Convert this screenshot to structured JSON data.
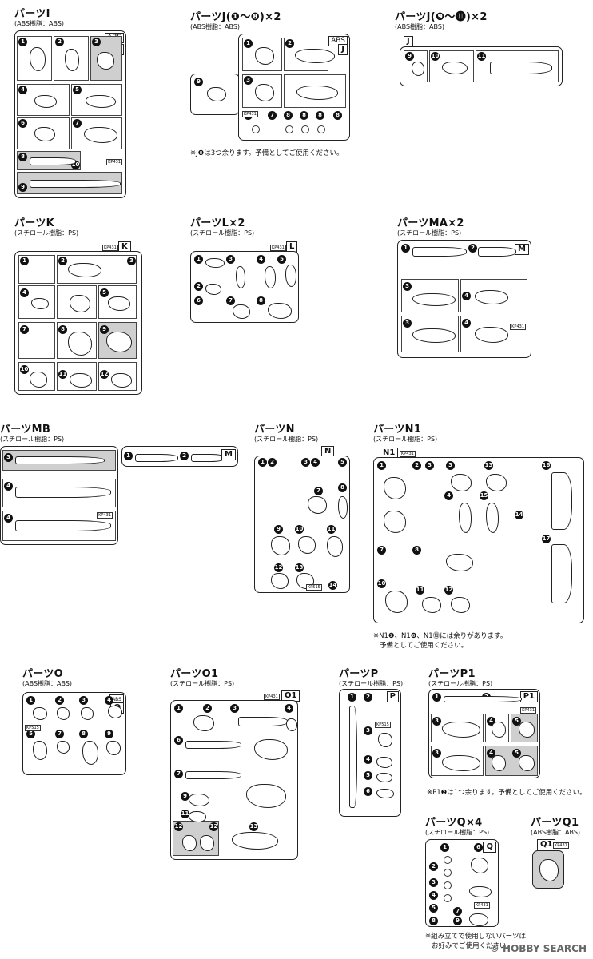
{
  "blocks": {
    "I": {
      "title": "パーツI",
      "sub": "(ABS樹脂：ABS)",
      "tag": "ABS",
      "letter": "I",
      "kp": "KP431"
    },
    "J1": {
      "title": "パーツJ(❶〜❽)×2",
      "sub": "(ABS樹脂：ABS)",
      "tag": "ABS",
      "letter": "J",
      "kp": "KP431",
      "note": "※J❽は3つ余ります。予備としてご使用ください。"
    },
    "J2": {
      "title": "パーツJ(❾〜⓫)×2",
      "sub": "(ABS樹脂：ABS)",
      "letter": "J"
    },
    "K": {
      "title": "パーツK",
      "sub": "(スチロール樹脂：PS)",
      "letter": "K",
      "kp": "KP431"
    },
    "L": {
      "title": "パーツL×2",
      "sub": "(スチロール樹脂：PS)",
      "letter": "L",
      "kp": "KP431"
    },
    "MA": {
      "title": "パーツMA×2",
      "sub": "(スチロール樹脂：PS)",
      "letter": "M",
      "kp": "KP431"
    },
    "MB": {
      "title": "パーツMB",
      "sub": "(スチロール樹脂：PS)",
      "letter": "M",
      "kp": "KP431"
    },
    "N": {
      "title": "パーツN",
      "sub": "(スチロール樹脂：PS)",
      "letter": "N",
      "kp": "KP515"
    },
    "N1": {
      "title": "パーツN1",
      "sub": "(スチロール樹脂：PS)",
      "letter": "N1",
      "kp": "KP431",
      "note1": "※N1❷、N1❽、N1⓾には余りがあります。",
      "note2": "予備としてご使用ください。"
    },
    "O": {
      "title": "パーツO",
      "sub": "(ABS樹脂：ABS)",
      "tag": "ABS",
      "letter": "O",
      "kp": "KP515"
    },
    "O1": {
      "title": "パーツO1",
      "sub": "(スチロール樹脂：PS)",
      "letter": "O1",
      "kp": "KP431"
    },
    "P": {
      "title": "パーツP",
      "sub": "(スチロール樹脂：PS)",
      "letter": "P",
      "kp": "KP515"
    },
    "P1": {
      "title": "パーツP1",
      "sub": "(スチロール樹脂：PS)",
      "letter": "P1",
      "kp": "KP431",
      "note": "※P1❷は1つ余ります。予備としてご使用ください。"
    },
    "Q": {
      "title": "パーツQ×4",
      "sub": "(スチロール樹脂：PS)",
      "letter": "Q",
      "kp": "KP431",
      "note1": "※組み立てで使用しないパーツは",
      "note2": "お好みでご使用ください。"
    },
    "Q1": {
      "title": "パーツQ1",
      "sub": "(ABS樹脂：ABS)",
      "letter": "Q1",
      "kp": "KP431"
    }
  },
  "numbers": [
    "1",
    "2",
    "3",
    "4",
    "5",
    "6",
    "7",
    "8",
    "9",
    "10",
    "11",
    "12",
    "13",
    "14",
    "15",
    "16",
    "17"
  ],
  "watermark": "© HOBBY SEARCH"
}
